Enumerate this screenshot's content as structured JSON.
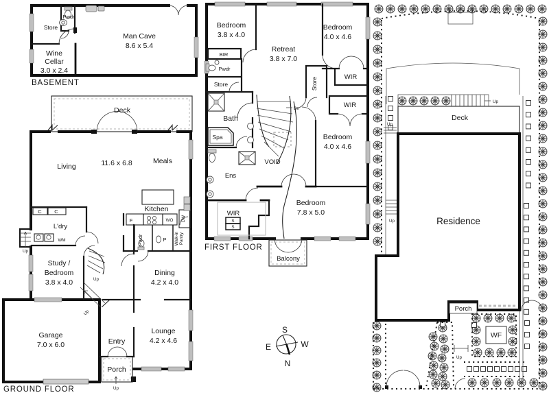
{
  "basement": {
    "floor_label": "BASEMENT",
    "rooms": {
      "store": "Store",
      "pwdr": "Pwdr",
      "man_cave": "Man Cave",
      "man_cave_dim": "8.6 x 5.4",
      "wine_line1": "Wine",
      "wine_line2": "Cellar",
      "wine_dim": "3.0 x 2.4"
    }
  },
  "ground_floor": {
    "floor_label": "GROUND FLOOR",
    "rooms": {
      "deck": "Deck",
      "living": "Living",
      "living_dim": "11.6 x 6.8",
      "meals": "Meals",
      "kitchen": "Kitchen",
      "cupboard1": "C",
      "cupboard2": "C",
      "laundry": "L'dry",
      "wm": "WM",
      "fridge": "F",
      "wall_oven": "WO",
      "dishwasher": "DW",
      "pwdr": "Pwdr",
      "pantry": "P",
      "walkin_line1": "Walk-in",
      "walkin_line2": "Pantry",
      "study_line1": "Study /",
      "study_line2": "Bedroom",
      "study_dim": "3.8 x 4.0",
      "dining": "Dining",
      "dining_dim": "4.2 x 4.0",
      "garage": "Garage",
      "garage_dim": "7.0 x 6.0",
      "entry": "Entry",
      "porch": "Porch",
      "lounge": "Lounge",
      "lounge_dim": "4.2 x 4.6"
    },
    "stairs": {
      "up_laundry": "Up",
      "up_hall": "Up",
      "up_entry": "Up",
      "up_porch": "Up"
    }
  },
  "first_floor": {
    "floor_label": "FIRST FLOOR",
    "rooms": {
      "bedroom1": "Bedroom",
      "bedroom1_dim": "3.8 x 4.0",
      "bir": "BIR",
      "pwdr": "Pwdr",
      "store_left": "Store",
      "retreat": "Retreat",
      "retreat_dim": "3.8 x 7.0",
      "bedroom2": "Bedroom",
      "bedroom2_dim": "4.0 x 4.6",
      "wir1": "WIR",
      "store_mid": "Store",
      "wir2": "WIR",
      "bath": "Bath",
      "spa": "Spa",
      "bedroom3": "Bedroom",
      "bedroom3_dim": "4.0 x 4.6",
      "void": "VOID",
      "ens": "Ens",
      "wir3": "WIR",
      "shelf1": "S",
      "shelf2": "S",
      "bedroom4": "Bedroom",
      "bedroom4_dim": "7.8 x 5.0",
      "balcony": "Balcony"
    },
    "stairs": {
      "down": "Dn"
    }
  },
  "site_plan": {
    "deck": "Deck",
    "residence": "Residence",
    "porch": "Porch",
    "water_feature": "WF",
    "up_deck": "Up",
    "up_path_top": "Up",
    "up_path_mid": "Up",
    "up_porch": "Up"
  },
  "compass": {
    "north": "N",
    "south": "S",
    "east": "E",
    "west": "W"
  }
}
